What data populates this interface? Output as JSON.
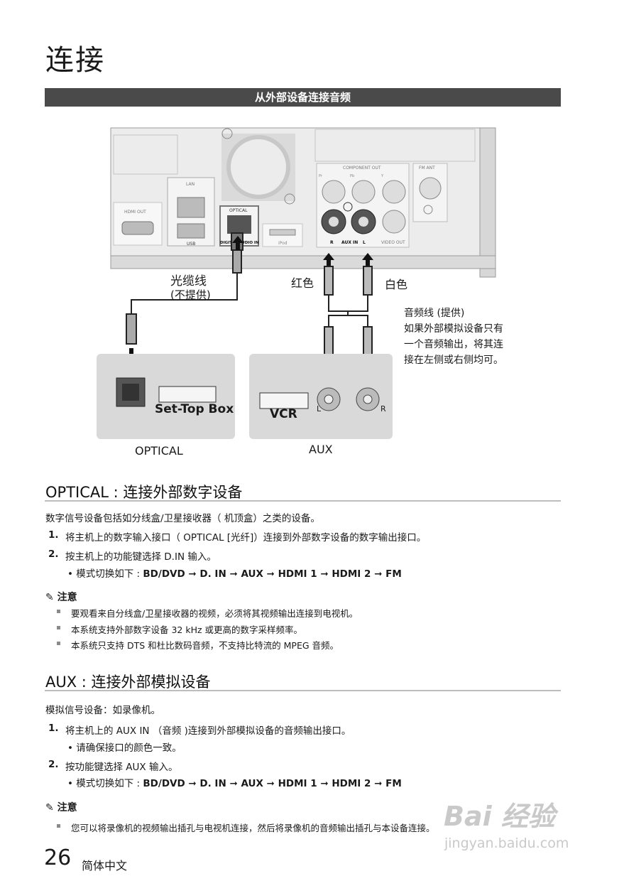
{
  "page": {
    "title": "连接",
    "banner": "从外部设备连接音频"
  },
  "diagram": {
    "panel_labels": {
      "component_out": "COMPONENT OUT",
      "fm_ant": "FM ANT",
      "lan": "LAN",
      "hdmi_out": "HDMI OUT",
      "usb": "USB",
      "optical": "OPTICAL",
      "digital_audio_in": "DIGITAL AUDIO IN",
      "ipod": "iPod",
      "aux_in": "AUX IN",
      "video_out": "VIDEO OUT",
      "pr": "Pr",
      "pb": "Pb",
      "y": "Y",
      "r": "R",
      "l": "L"
    },
    "cable_optical": "光缆线",
    "cable_optical_note": "(不提供)",
    "red": "红色",
    "white": "白色",
    "audio_cable": "音频线 (提供)",
    "audio_note_1": "如果外部模拟设备只有",
    "audio_note_2": "一个音频输出，将其连",
    "audio_note_3": "接在左侧或右侧均可。",
    "settop": "Set-Top Box",
    "vcr": "VCR",
    "jack_l": "L",
    "jack_r": "R",
    "optical_caption": "OPTICAL",
    "aux_caption": "AUX"
  },
  "optical_section": {
    "title": "OPTICAL : 连接外部数字设备",
    "intro": "数字信号设备包括如分线盒/卫星接收器（ 机顶盒）之类的设备。",
    "steps": [
      {
        "num": "1.",
        "text": "将主机上的数字输入接口（  OPTICAL [光纤]）连接到外部数字设备的数字输出接口。"
      },
      {
        "num": "2.",
        "text": "按主机上的功能键选择 D.IN 输入。"
      }
    ],
    "mode_prefix": "• 模式切换如下 : ",
    "mode_seq": "BD/DVD ➞ D. IN ➞ AUX ➞ HDMI 1 ➞ HDMI 2 ➞ FM",
    "note_title": "注意",
    "notes": [
      "要观看来自分线盒/卫星接收器的视频，必须将其视频输出连接到电视机。",
      "本系统支持外部数字设备 32 kHz 或更高的数字采样频率。",
      "本系统只支持 DTS 和杜比数码音频，不支持比特流的 MPEG 音频。"
    ]
  },
  "aux_section": {
    "title": "AUX : 连接外部模拟设备",
    "intro": "模拟信号设备：如录像机。",
    "step1_num": "1.",
    "step1_text": "将主机上的 AUX IN  （音频 )连接到外部模拟设备的音频输出接口。",
    "step1_sub": "• 请确保接口的颜色一致。",
    "step2_num": "2.",
    "step2_text": "按功能键选择 AUX 输入。",
    "mode_prefix": "• 模式切换如下 : ",
    "mode_seq": "BD/DVD ➞ D. IN ➞ AUX ➞ HDMI 1 ➞ HDMI 2 ➞ FM",
    "note_title": "注意",
    "notes": [
      "您可以将录像机的视频输出插孔与电视机连接，然后将录像机的音频输出插孔与本设备连接。"
    ]
  },
  "footer": {
    "page_number": "26",
    "language": "简体中文"
  },
  "watermark": {
    "brand": "Bai 经验",
    "url": "jingyan.baidu.com"
  },
  "icons": [
    "pencil-note-icon",
    "arrow-down-icon",
    "rca-plug-icon",
    "optical-plug-icon"
  ]
}
